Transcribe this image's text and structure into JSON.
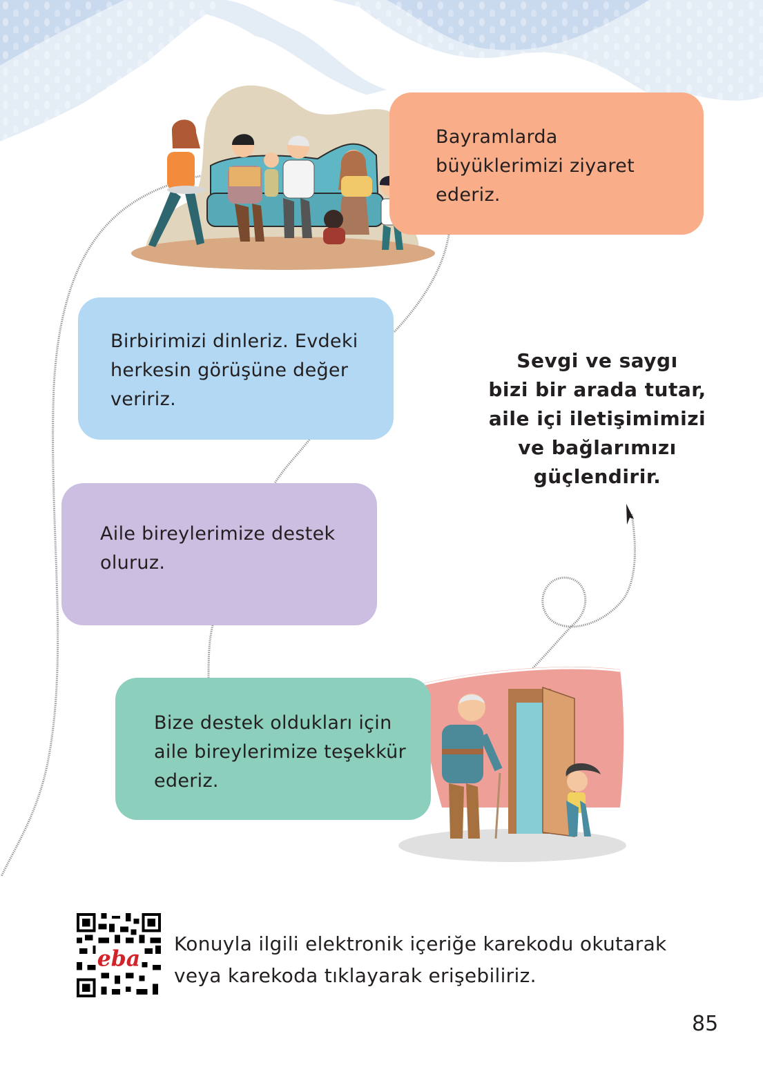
{
  "page": {
    "number": "85",
    "colors": {
      "header_wave_light": "#e4ecf6",
      "header_wave_dark": "#c9d9ee",
      "card_orange": "#f9ad88",
      "card_blue": "#b2d8f3",
      "card_purple": "#cbbee0",
      "card_green": "#8ccfbd",
      "blob_beige": "#e2d5bd",
      "blob_pink": "#ee9f98",
      "text": "#231f20"
    }
  },
  "cards": [
    {
      "id": "visit-elders",
      "color": "orange",
      "lines": [
        "Bayramlarda",
        "büyüklerimizi ziyaret",
        "ederiz."
      ]
    },
    {
      "id": "listen",
      "color": "blue",
      "lines": [
        "Birbirimizi dinleriz. Evdeki",
        "herkesin görüşüne değer",
        "veririz."
      ]
    },
    {
      "id": "support",
      "color": "purple",
      "lines": [
        "Aile bireylerimize destek",
        "oluruz."
      ]
    },
    {
      "id": "thank",
      "color": "green",
      "lines": [
        "Bize destek oldukları için",
        "aile bireylerimize teşekkür",
        "ederiz."
      ]
    }
  ],
  "quote": {
    "lines": [
      "Sevgi ve saygı",
      "bizi bir arada tutar,",
      "aile içi iletişimimizi",
      "ve bağlarımızı",
      "güçlendirir."
    ]
  },
  "illustrations": {
    "family": "family-on-sofa-illustration",
    "grandpa": "grandfather-and-child-at-door-illustration"
  },
  "footer": {
    "qr_label": "eba",
    "lines": [
      "Konuyla ilgili elektronik içeriğe karekodu okutarak",
      "veya karekoda tıklayarak erişebiliriz."
    ]
  }
}
